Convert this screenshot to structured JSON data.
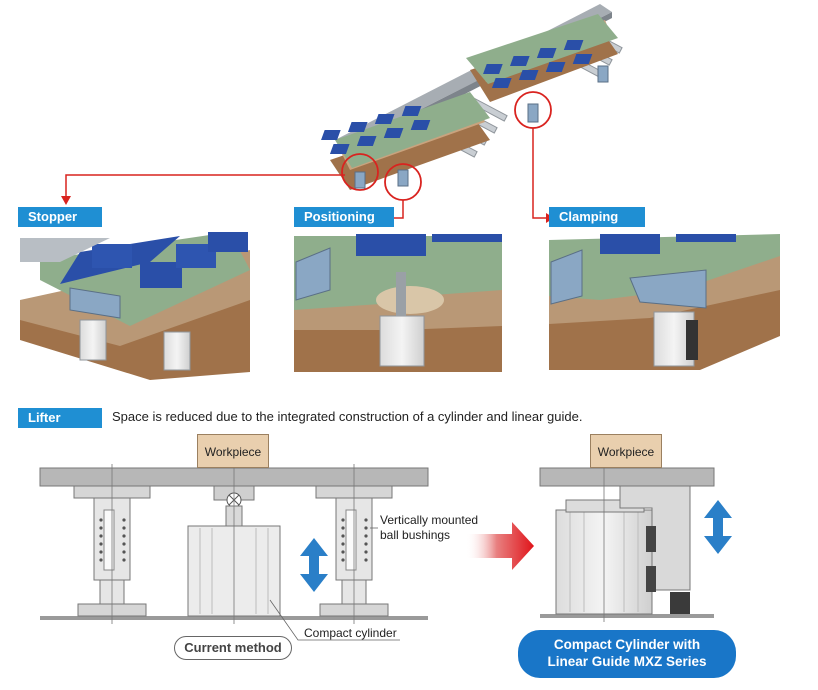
{
  "labels": {
    "stopper": "Stopper",
    "positioning": "Positioning",
    "clamping": "Clamping",
    "lifter": "Lifter"
  },
  "lifter_caption": "Space is reduced due to the integrated construction of a cylinder and linear guide.",
  "workpiece": "Workpiece",
  "ball_bushings_note": [
    "Vertically mounted",
    "ball bushings"
  ],
  "compact_cylinder_note": "Compact cylinder",
  "current_method": "Current method",
  "series_name": [
    "Compact Cylinder with",
    "Linear Guide MXZ Series"
  ],
  "colors": {
    "accent_blue": "#1f8fd3",
    "badge_blue": "#1976c8",
    "callout_red": "#d9231f",
    "arrow_blue": "#2a7fc8",
    "board_green": "#8fae8c",
    "chip_blue": "#2a4fa8",
    "pallet_brown": "#a0724a"
  }
}
